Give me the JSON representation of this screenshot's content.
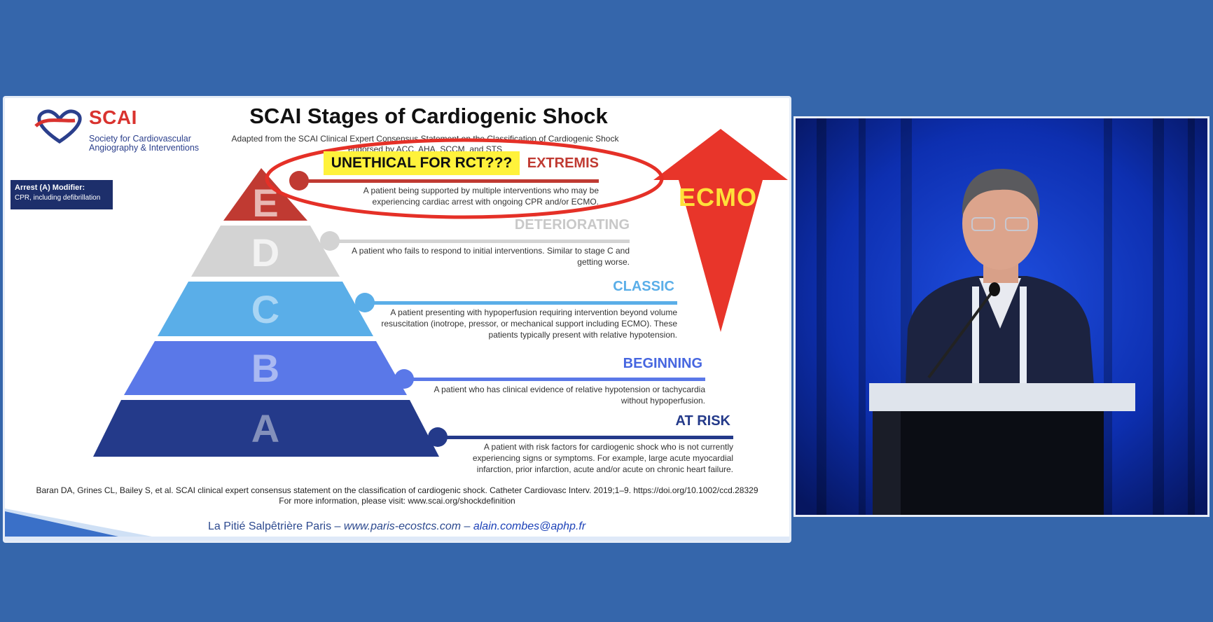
{
  "slide": {
    "logo_title": "SCAI",
    "logo_sub_line1": "Society for Cardiovascular",
    "logo_sub_line2": "Angiography & Interventions",
    "title": "SCAI Stages of Cardiogenic Shock",
    "subtitle_line1": "Adapted from the SCAI Clinical Expert Consensus Statement on the Classification of Cardiogenic Shock",
    "subtitle_line2": "endorsed by ACC, AHA, SCCM, and STS",
    "arrest_title": "Arrest (A) Modifier:",
    "arrest_sub": "CPR, including defibrillation",
    "annotation_unethical": "UNETHICAL FOR RCT???",
    "annotation_ecmo": "ECMO",
    "stages": [
      {
        "letter": "E",
        "name": "EXTREMIS",
        "color": "#c03a32",
        "desc_line1": "A patient being supported by multiple interventions who may be",
        "desc_line2": "experiencing cardiac arrest with ongoing CPR and/or ECMO.",
        "desc_line3": ""
      },
      {
        "letter": "D",
        "name": "DETERIORATING",
        "color": "#c8c8c8",
        "desc_line1": "A patient who fails to respond to initial interventions. Similar to stage C and",
        "desc_line2": "getting worse.",
        "desc_line3": ""
      },
      {
        "letter": "C",
        "name": "CLASSIC",
        "color": "#5aaee8",
        "desc_line1": "A patient presenting with hypoperfusion requiring intervention beyond volume",
        "desc_line2": "resuscitation (inotrope, pressor, or mechanical support including ECMO). These",
        "desc_line3": "patients typically present with relative hypotension."
      },
      {
        "letter": "B",
        "name": "BEGINNING",
        "color": "#5a78e8",
        "desc_line1": "A patient who has clinical evidence of relative hypotension or tachycardia",
        "desc_line2": "without hypoperfusion.",
        "desc_line3": ""
      },
      {
        "letter": "A",
        "name": "AT RISK",
        "color": "#243a8a",
        "desc_line1": "A patient with risk factors for cardiogenic shock who is not currently",
        "desc_line2": "experiencing signs or symptoms. For example, large acute myocardial",
        "desc_line3": "infarction, prior infarction, acute and/or acute on chronic heart failure."
      }
    ],
    "citation_line1": "Baran DA, Grines CL, Bailey S, et al. SCAI clinical expert consensus statement on the classification of cardiogenic shock. Catheter Cardiovasc Interv. 2019;1–9. https://doi.org/10.1002/ccd.28329",
    "citation_line2": "For more information, please visit: www.scai.org/shockdefinition",
    "footer_place": "La Pitié Salpêtrière Paris",
    "footer_sep1": " – ",
    "footer_url": "www.paris-ecostcs.com",
    "footer_sep2": " – ",
    "footer_email": "alain.combes@aphp.fr"
  },
  "video": {
    "podium_color": "#dfe4ec"
  }
}
